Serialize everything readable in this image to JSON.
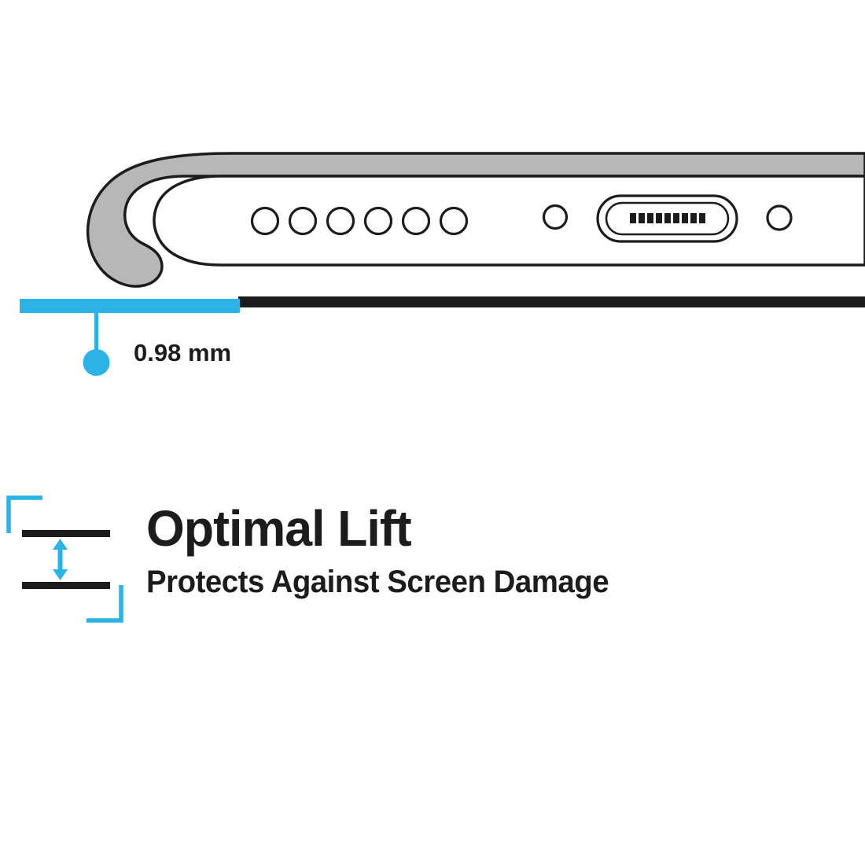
{
  "colors": {
    "accent": "#2bb3e6",
    "case_gray": "#b7b7b7",
    "outline": "#1c1c1c",
    "text": "#1c1c1c"
  },
  "diagram": {
    "measurement_label": "0.98 mm"
  },
  "feature": {
    "title": "Optimal Lift",
    "subtitle": "Protects Against Screen Damage"
  },
  "icons": {
    "lift": "lift-gap-arrow-icon",
    "bracket_top": "corner-bracket-top-left-icon",
    "bracket_bottom": "corner-bracket-bottom-right-icon"
  }
}
